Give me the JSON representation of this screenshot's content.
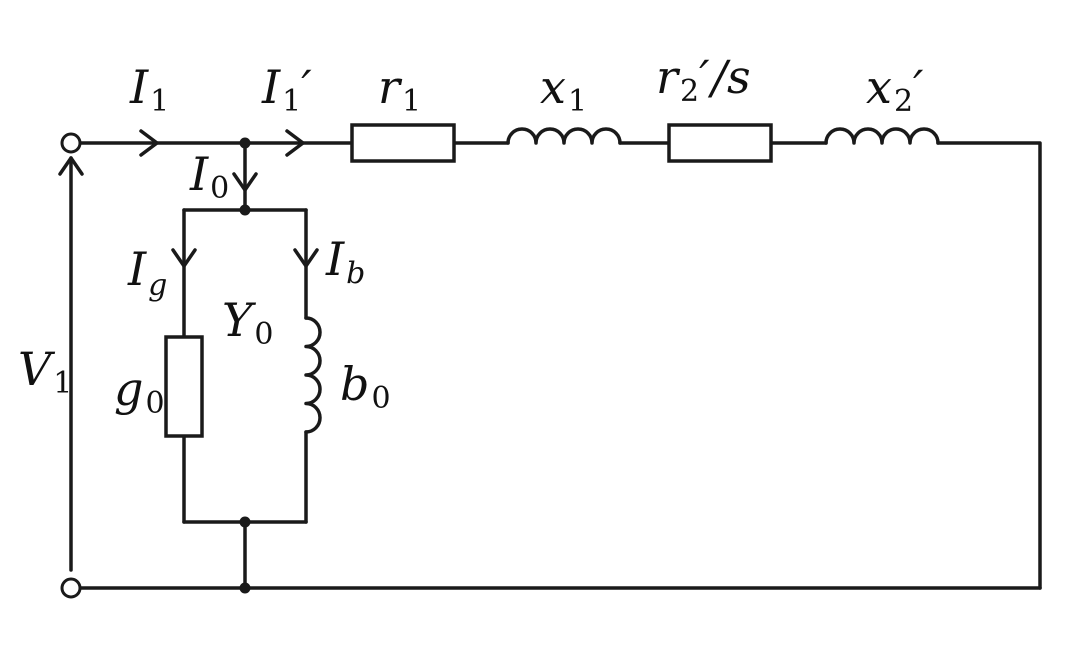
{
  "labels": {
    "I1": {
      "main": "I",
      "sub": "1"
    },
    "I1p": {
      "main": "I",
      "sub": "1",
      "sup": "′"
    },
    "r1": {
      "main": "r",
      "sub": "1"
    },
    "x1": {
      "main": "x",
      "sub": "1"
    },
    "r2s": {
      "main": "r",
      "sub": "2",
      "sup": "′",
      "tail": "/s"
    },
    "x2p": {
      "main": "x",
      "sub": "2",
      "sup": "′"
    },
    "I0": {
      "main": "I",
      "sub": "0"
    },
    "Ig": {
      "main": "I",
      "sub": "g"
    },
    "Ib": {
      "main": "I",
      "sub": "b"
    },
    "Y0": {
      "main": "Y",
      "sub": "0"
    },
    "V1": {
      "main": "V",
      "sub": "1"
    },
    "g0": {
      "main": "g",
      "sub": "0"
    },
    "b0": {
      "main": "b",
      "sub": "0"
    }
  }
}
